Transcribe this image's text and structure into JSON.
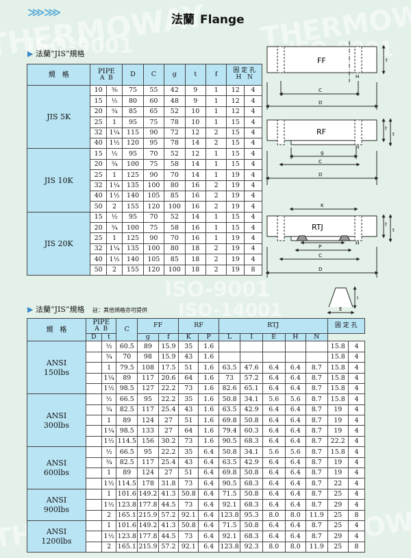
{
  "watermark": {
    "brand": "THERMOWAY",
    "cert1": "ISO-9001",
    "cert2": "ISO-14001"
  },
  "header": {
    "logo": "⋙⋙",
    "title_cn": "法蘭",
    "title_en": "Flange"
  },
  "section1": {
    "title": "法蘭“JIS”規格"
  },
  "section2": {
    "title": "法蘭“JIS”規格",
    "note": "註：其他規格亦可提供"
  },
  "jis": {
    "headers": {
      "spec": "規　格",
      "pipe": "PIPE",
      "pipe_a": "A",
      "pipe_b": "B",
      "d": "D",
      "c": "C",
      "g": "g",
      "t": "t",
      "f": "f",
      "holes": "固 定 孔",
      "h": "H",
      "n": "N"
    },
    "groups": [
      {
        "name": "JIS 5K",
        "rows": [
          [
            "10",
            "⅜",
            "75",
            "55",
            "42",
            "9",
            "1",
            "12",
            "4"
          ],
          [
            "15",
            "½",
            "80",
            "60",
            "48",
            "9",
            "1",
            "12",
            "4"
          ],
          [
            "20",
            "¾",
            "85",
            "65",
            "52",
            "10",
            "1",
            "12",
            "4"
          ],
          [
            "25",
            "1",
            "95",
            "75",
            "78",
            "10",
            "1",
            "15",
            "4"
          ],
          [
            "32",
            "1¼",
            "115",
            "90",
            "72",
            "12",
            "2",
            "15",
            "4"
          ],
          [
            "40",
            "1½",
            "120",
            "95",
            "78",
            "14",
            "2",
            "15",
            "4"
          ]
        ]
      },
      {
        "name": "JIS 10K",
        "rows": [
          [
            "15",
            "½",
            "95",
            "70",
            "52",
            "12",
            "1",
            "15",
            "4"
          ],
          [
            "20",
            "¾",
            "100",
            "75",
            "58",
            "14",
            "1",
            "15",
            "4"
          ],
          [
            "25",
            "1",
            "125",
            "90",
            "70",
            "14",
            "1",
            "19",
            "4"
          ],
          [
            "32",
            "1¼",
            "135",
            "100",
            "80",
            "16",
            "2",
            "19",
            "4"
          ],
          [
            "40",
            "1½",
            "140",
            "105",
            "85",
            "16",
            "2",
            "19",
            "4"
          ],
          [
            "50",
            "2",
            "155",
            "120",
            "100",
            "16",
            "2",
            "19",
            "4"
          ]
        ]
      },
      {
        "name": "JIS 20K",
        "rows": [
          [
            "15",
            "½",
            "95",
            "70",
            "52",
            "14",
            "1",
            "15",
            "4"
          ],
          [
            "20",
            "¾",
            "100",
            "75",
            "58",
            "16",
            "1",
            "15",
            "4"
          ],
          [
            "25",
            "1",
            "125",
            "90",
            "70",
            "16",
            "1",
            "19",
            "4"
          ],
          [
            "32",
            "1¼",
            "135",
            "100",
            "80",
            "18",
            "2",
            "19",
            "4"
          ],
          [
            "40",
            "1½",
            "140",
            "105",
            "85",
            "18",
            "2",
            "19",
            "4"
          ],
          [
            "50",
            "2",
            "155",
            "120",
            "100",
            "18",
            "2",
            "19",
            "8"
          ]
        ]
      }
    ]
  },
  "ansi": {
    "headers": {
      "spec": "規　格",
      "pipe": "PIPE",
      "pipe_a": "A",
      "pipe_b": "B",
      "c": "C",
      "ff": "FF",
      "rf": "RF",
      "rtj": "RTJ",
      "holes": "固 定 孔",
      "d": "D",
      "t": "t",
      "g": "g",
      "f": "f",
      "k": "K",
      "p": "P",
      "l": "L",
      "i": "I",
      "e": "E",
      "h": "H",
      "n": "N"
    },
    "groups": [
      {
        "name": "ANSI",
        "sub": "150lbs",
        "rows": [
          [
            "½",
            "60.5",
            "89",
            "15.9",
            "35",
            "1.6",
            "",
            "",
            "",
            "",
            "",
            "15.8",
            "4"
          ],
          [
            "¾",
            "70",
            "98",
            "15.9",
            "43",
            "1.6",
            "",
            "",
            "",
            "",
            "",
            "15.8",
            "4"
          ],
          [
            "1",
            "79.5",
            "108",
            "17.5",
            "51",
            "1.6",
            "63.5",
            "47.6",
            "6.4",
            "6.4",
            "8.7",
            "15.8",
            "4"
          ],
          [
            "1¼",
            "89",
            "117",
            "20.6",
            "64",
            "1.6",
            "73",
            "57.2",
            "6.4",
            "6.4",
            "8.7",
            "15.8",
            "4"
          ],
          [
            "1½",
            "98.5",
            "127",
            "22.2",
            "73",
            "1.6",
            "82.6",
            "65.1",
            "6.4",
            "6.4",
            "8.7",
            "15.8",
            "4"
          ]
        ]
      },
      {
        "name": "ANSI",
        "sub": "300lbs",
        "rows": [
          [
            "½",
            "66.5",
            "95",
            "22.2",
            "35",
            "1.6",
            "50.8",
            "34.1",
            "5.6",
            "5.6",
            "8.7",
            "15.8",
            "4"
          ],
          [
            "¾",
            "82.5",
            "117",
            "25.4",
            "43",
            "1.6",
            "63.5",
            "42.9",
            "6.4",
            "6.4",
            "8.7",
            "19",
            "4"
          ],
          [
            "1",
            "89",
            "124",
            "27",
            "51",
            "1.6",
            "69.8",
            "50.8",
            "6.4",
            "6.4",
            "8.7",
            "19",
            "4"
          ],
          [
            "1¼",
            "98.5",
            "133",
            "27",
            "64",
            "1.6",
            "79.4",
            "60.3",
            "6.4",
            "6.4",
            "8.7",
            "19",
            "4"
          ],
          [
            "1½",
            "114.5",
            "156",
            "30.2",
            "73",
            "1.6",
            "90.5",
            "68.3",
            "6.4",
            "6.4",
            "8.7",
            "22.2",
            "4"
          ]
        ]
      },
      {
        "name": "ANSI",
        "sub": "600lbs",
        "rows": [
          [
            "½",
            "66.5",
            "95",
            "22.2",
            "35",
            "6.4",
            "50.8",
            "34.1",
            "5.6",
            "5.6",
            "8.7",
            "15.8",
            "4"
          ],
          [
            "¾",
            "82.5",
            "117",
            "25.4",
            "43",
            "6.4",
            "63.5",
            "42.9",
            "6.4",
            "6.4",
            "8.7",
            "19",
            "4"
          ],
          [
            "1",
            "89",
            "124",
            "27",
            "51",
            "6.4",
            "69.8",
            "50.8",
            "6.4",
            "6.4",
            "8.7",
            "19",
            "4"
          ],
          [
            "1½",
            "114.5",
            "178",
            "31.8",
            "73",
            "6.4",
            "90.5",
            "68.3",
            "6.4",
            "6.4",
            "8.7",
            "22",
            "4"
          ]
        ]
      },
      {
        "name": "ANSI",
        "sub": "900lbs",
        "rows": [
          [
            "1",
            "101.6",
            "149.2",
            "41.3",
            "50.8",
            "6.4",
            "71.5",
            "50.8",
            "6.4",
            "6.4",
            "8.7",
            "25",
            "4"
          ],
          [
            "1½",
            "123.8",
            "177.8",
            "44.5",
            "73",
            "6.4",
            "92.1",
            "68.3",
            "6.4",
            "6.4",
            "8.7",
            "29",
            "4"
          ],
          [
            "2",
            "165.1",
            "215.9",
            "57.2",
            "92.1",
            "6.4",
            "123.8",
            "95.3",
            "8.0",
            "8.0",
            "11.9",
            "25",
            "8"
          ]
        ]
      },
      {
        "name": "ANSI",
        "sub": "1200lbs",
        "rows": [
          [
            "1",
            "101.6",
            "149.2",
            "41.3",
            "50.8",
            "6.4",
            "71.5",
            "50.8",
            "6.4",
            "6.4",
            "8.7",
            "25",
            "4"
          ],
          [
            "1½",
            "123.8",
            "177.8",
            "44.5",
            "73",
            "6.4",
            "92.1",
            "68.3",
            "6.4",
            "6.4",
            "8.7",
            "29",
            "4"
          ],
          [
            "2",
            "165.1",
            "215.9",
            "57.2",
            "92.1",
            "6.4",
            "123.8",
            "92.3",
            "8.0",
            "8.0",
            "11.9",
            "25",
            "8"
          ]
        ]
      }
    ]
  },
  "diagrams": {
    "ff": {
      "label": "FF",
      "dims": [
        "H",
        "t",
        "C",
        "D"
      ]
    },
    "rf": {
      "label": "RF",
      "dims": [
        "H",
        "f",
        "t",
        "g",
        "C",
        "D"
      ]
    },
    "rtj": {
      "label": "RTJ",
      "dims": [
        "K",
        "H",
        "f",
        "t",
        "P",
        "C",
        "D"
      ]
    },
    "groove": {
      "dims": [
        "I",
        "E"
      ]
    }
  }
}
